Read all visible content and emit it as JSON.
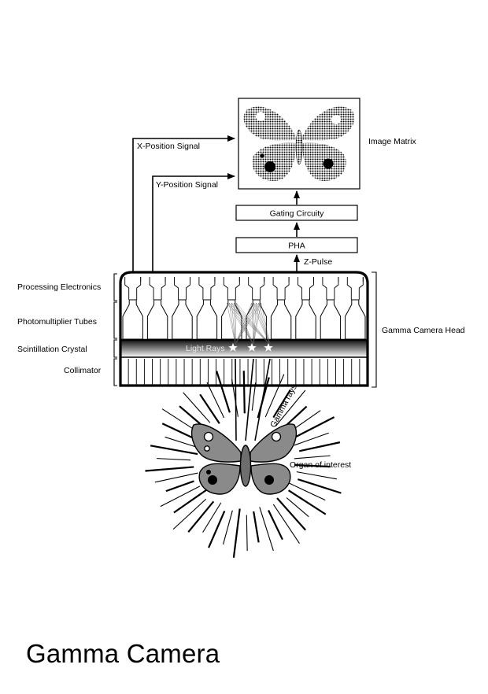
{
  "title": "Gamma Camera",
  "labels": {
    "image_matrix": "Image Matrix",
    "x_position_signal": "X-Position Signal",
    "y_position_signal": "Y-Position Signal",
    "gating_circuity": "Gating Circuity",
    "pha": "PHA",
    "z_pulse": "Z-Pulse",
    "processing_electronics": "Processing Electronics",
    "photomultiplier_tubes": "Photomultiplier Tubes",
    "scintillation_crystal": "Scintillation Crystal",
    "collimator": "Collimator",
    "gamma_camera_head": "Gamma Camera Head",
    "light_rays": "Light Rays",
    "gamma_rays": "Gamma rays",
    "organ_of_interest": "Organ of interest"
  },
  "colors": {
    "line": "#000000",
    "organ_fill": "#8a8a8a",
    "organ_body": "#6e6e6e",
    "crystal_dark": "#1a1a1a",
    "crystal_light": "#ffffff"
  }
}
